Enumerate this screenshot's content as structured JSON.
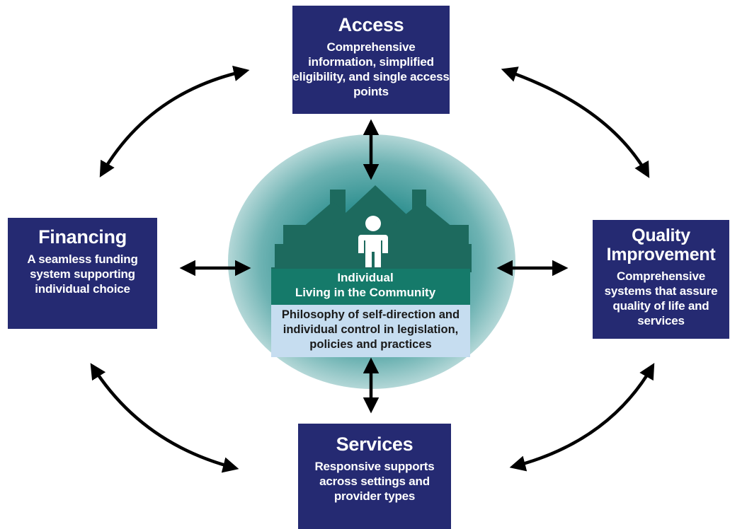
{
  "access": {
    "title": "Access",
    "description": "Comprehensive information, simplified eligibility, and single access points"
  },
  "financing": {
    "title": "Financing",
    "description": "A seamless funding system supporting individual choice"
  },
  "quality": {
    "title": "Quality Improvement",
    "description": "Comprehensive systems that assure quality of life and services"
  },
  "services": {
    "title": "Services",
    "description": "Responsive supports across settings and provider types"
  },
  "center": {
    "label_line1": "Individual",
    "label_line2": "Living in the Community",
    "philosophy": "Philosophy of self-direction and individual control in legislation, policies and practices"
  },
  "colors": {
    "box_fill": "#252a72",
    "house_fill": "#1d6a5e",
    "glow": "#2d8f8f",
    "philosophy_fill": "#c6ddf0"
  },
  "icons": [
    "person-icon",
    "house-icon"
  ]
}
